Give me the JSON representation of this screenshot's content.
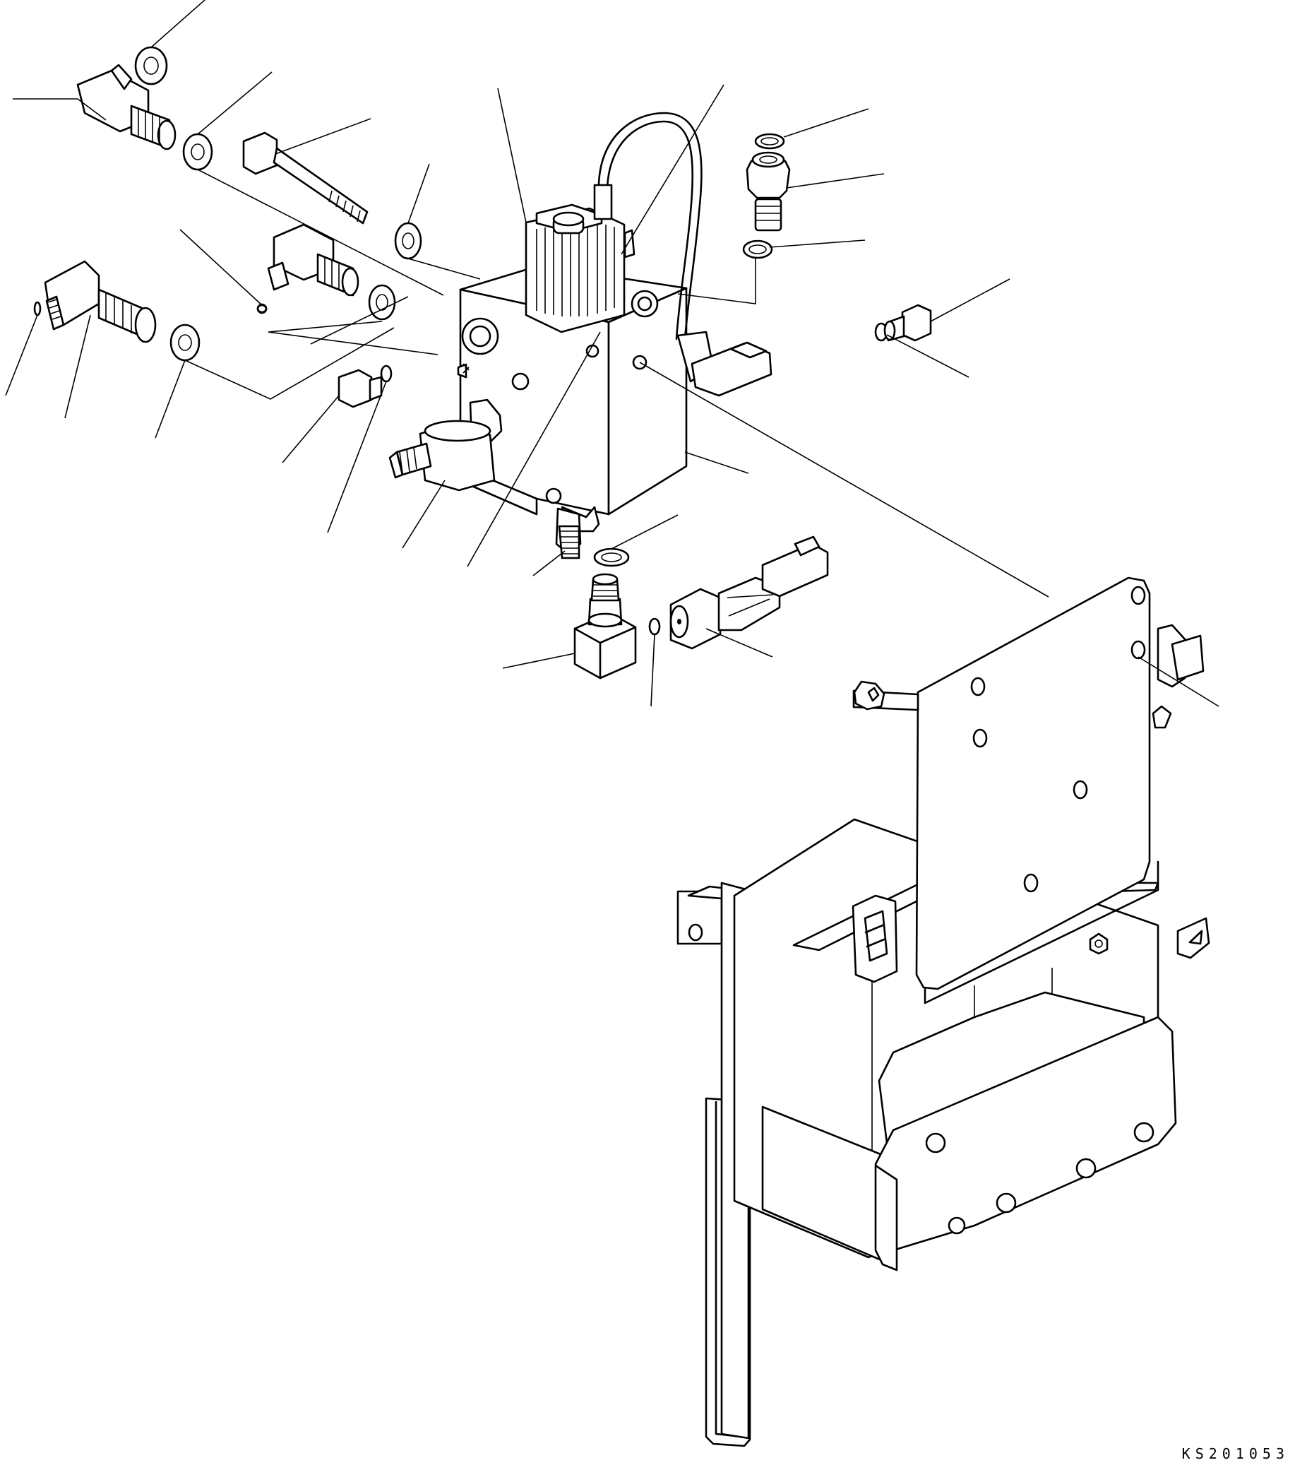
{
  "figure": {
    "drawing_code": "KS201053"
  },
  "colors": {
    "line": "#000000",
    "background": "#ffffff"
  },
  "callouts": [
    {
      "part": "washer-top-left"
    },
    {
      "part": "elbow-fitting-upper"
    },
    {
      "part": "washer-upper-left"
    },
    {
      "part": "mounting-bolt"
    },
    {
      "part": "washer-bolt"
    },
    {
      "part": "solenoid-coil"
    },
    {
      "part": "coil-wire-harness"
    },
    {
      "part": "o-ring-top"
    },
    {
      "part": "straight-connector-top"
    },
    {
      "part": "o-ring-below-connector"
    },
    {
      "part": "plug-right"
    },
    {
      "part": "o-ring-plug-right"
    },
    {
      "part": "small-o-ring"
    },
    {
      "part": "washer-middle"
    },
    {
      "part": "small-o-ring-left"
    },
    {
      "part": "elbow-45-fitting"
    },
    {
      "part": "washer-lower-left"
    },
    {
      "part": "hex-plug"
    },
    {
      "part": "o-ring-hex-plug"
    },
    {
      "part": "pressure-switch"
    },
    {
      "part": "cartridge-valve"
    },
    {
      "part": "valve-stem"
    },
    {
      "part": "valve-block"
    },
    {
      "part": "connector-o-ring-bottom"
    },
    {
      "part": "tee-fitting-bottom"
    },
    {
      "part": "o-ring-sensor"
    },
    {
      "part": "pressure-sensor"
    },
    {
      "part": "bracket-plate"
    },
    {
      "part": "side-connector"
    }
  ]
}
